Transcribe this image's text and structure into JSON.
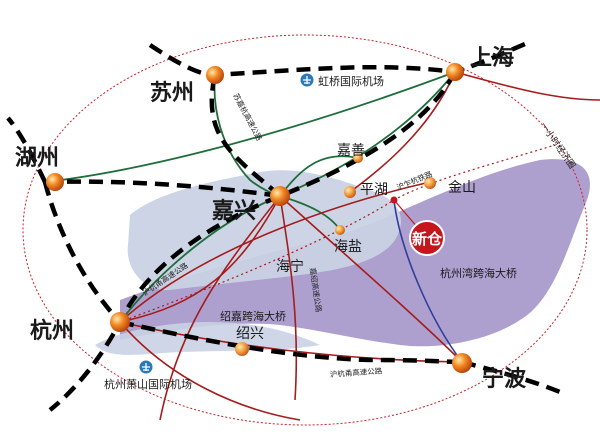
{
  "cities": {
    "suzhou": "苏州",
    "shanghai": "上海",
    "huzhou": "湖州",
    "jiaxing": "嘉兴",
    "hangzhou": "杭州",
    "ningbo": "宁波",
    "jiashan": "嘉善",
    "pinghu": "平湖",
    "jinshan": "金山",
    "haiyan": "海盐",
    "haining": "海宁",
    "shaoxing": "绍兴",
    "xincang": "新仓"
  },
  "airports": {
    "hongqiao": "虹桥国际机场",
    "xiaoshan": "杭州萧山国际机场"
  },
  "roads": {
    "sujia_expressway": "苏嘉杭高速公路",
    "huhang_expressway_nw": "沪杭甬高速公路",
    "huhang_expressway_s": "沪杭甬高速公路",
    "jiasu_expressway": "嘉绍高速公路",
    "zhapu_railway": "沪乍杭铁路"
  },
  "bridges": {
    "hangzhou_bay": "杭州湾跨海大桥",
    "shaojia": "绍嘉跨海大桥"
  },
  "one_hour_ring": "一小时经济圈",
  "colors": {
    "sea": "#a99bcc",
    "lake_land": "#c9d2e4",
    "railway": "#000000",
    "green_road": "#1f6e3c",
    "red_road": "#a51c1c",
    "blue_road": "#2f3f9a",
    "ring": "#c4252c",
    "xincang_badge": "#c4161c"
  }
}
